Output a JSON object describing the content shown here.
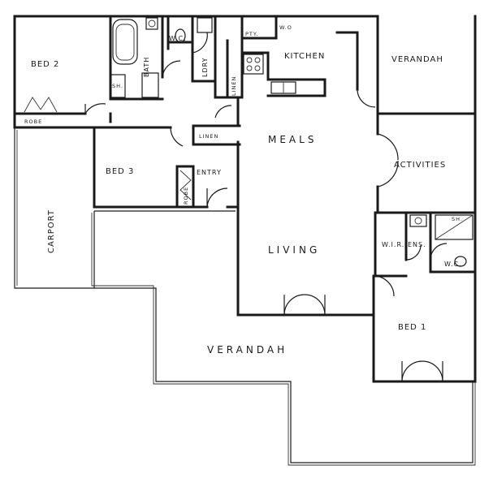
{
  "rooms": {
    "bed2": "BED 2",
    "robe_bed2": "ROBE",
    "bath": "BATH",
    "wc": "W.C.",
    "lndry": "LDRY",
    "linen_lndry": "LINEN",
    "pty": "PTY.",
    "wo": "W.O",
    "kitchen": "KITCHEN",
    "verandah_top": "VERANDAH",
    "meals": "MEALS",
    "linen_hall": "LINEN",
    "bed3": "BED 3",
    "robe_bed3": "ROBE",
    "entry": "ENTRY",
    "activities": "ACTIVITIES",
    "carport": "CARPORT",
    "living": "LIVING",
    "wir_ens": "W.I.R./ENS.",
    "wc_ens": "W.C.",
    "bed1": "BED 1",
    "verandah_bottom": "VERANDAH"
  },
  "fixtures": {
    "shower_bath": "SH.",
    "shower_ens": "SH."
  }
}
